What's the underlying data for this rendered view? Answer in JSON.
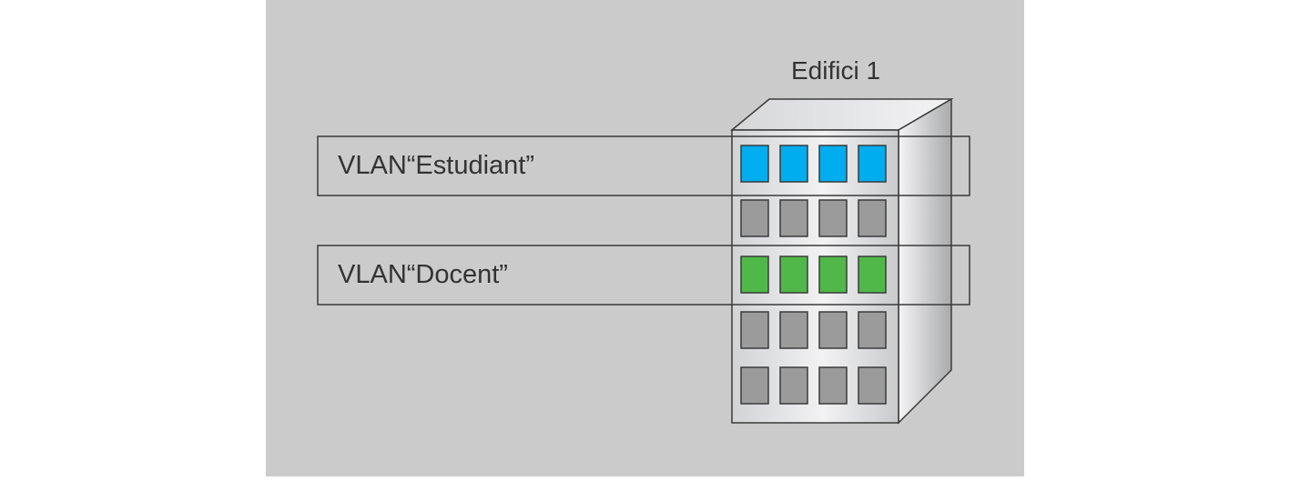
{
  "building": {
    "label": "Edifici 1",
    "floors": [
      {
        "window_count": 4,
        "color": "#00aeef",
        "vlan_index": 0
      },
      {
        "window_count": 4,
        "color": "#9b9b9b",
        "vlan_index": null
      },
      {
        "window_count": 4,
        "color": "#50b848",
        "vlan_index": 1
      },
      {
        "window_count": 4,
        "color": "#9b9b9b",
        "vlan_index": null
      },
      {
        "window_count": 4,
        "color": "#9b9b9b",
        "vlan_index": null
      }
    ]
  },
  "vlans": [
    {
      "label": "VLAN“Estudiant”",
      "color": "#00aeef"
    },
    {
      "label": "VLAN“Docent”",
      "color": "#50b848"
    }
  ],
  "colors": {
    "page_background": "#ffffff",
    "panel_background": "#cbcbcb",
    "outline": "#3a3a3a",
    "text": "#333333"
  }
}
